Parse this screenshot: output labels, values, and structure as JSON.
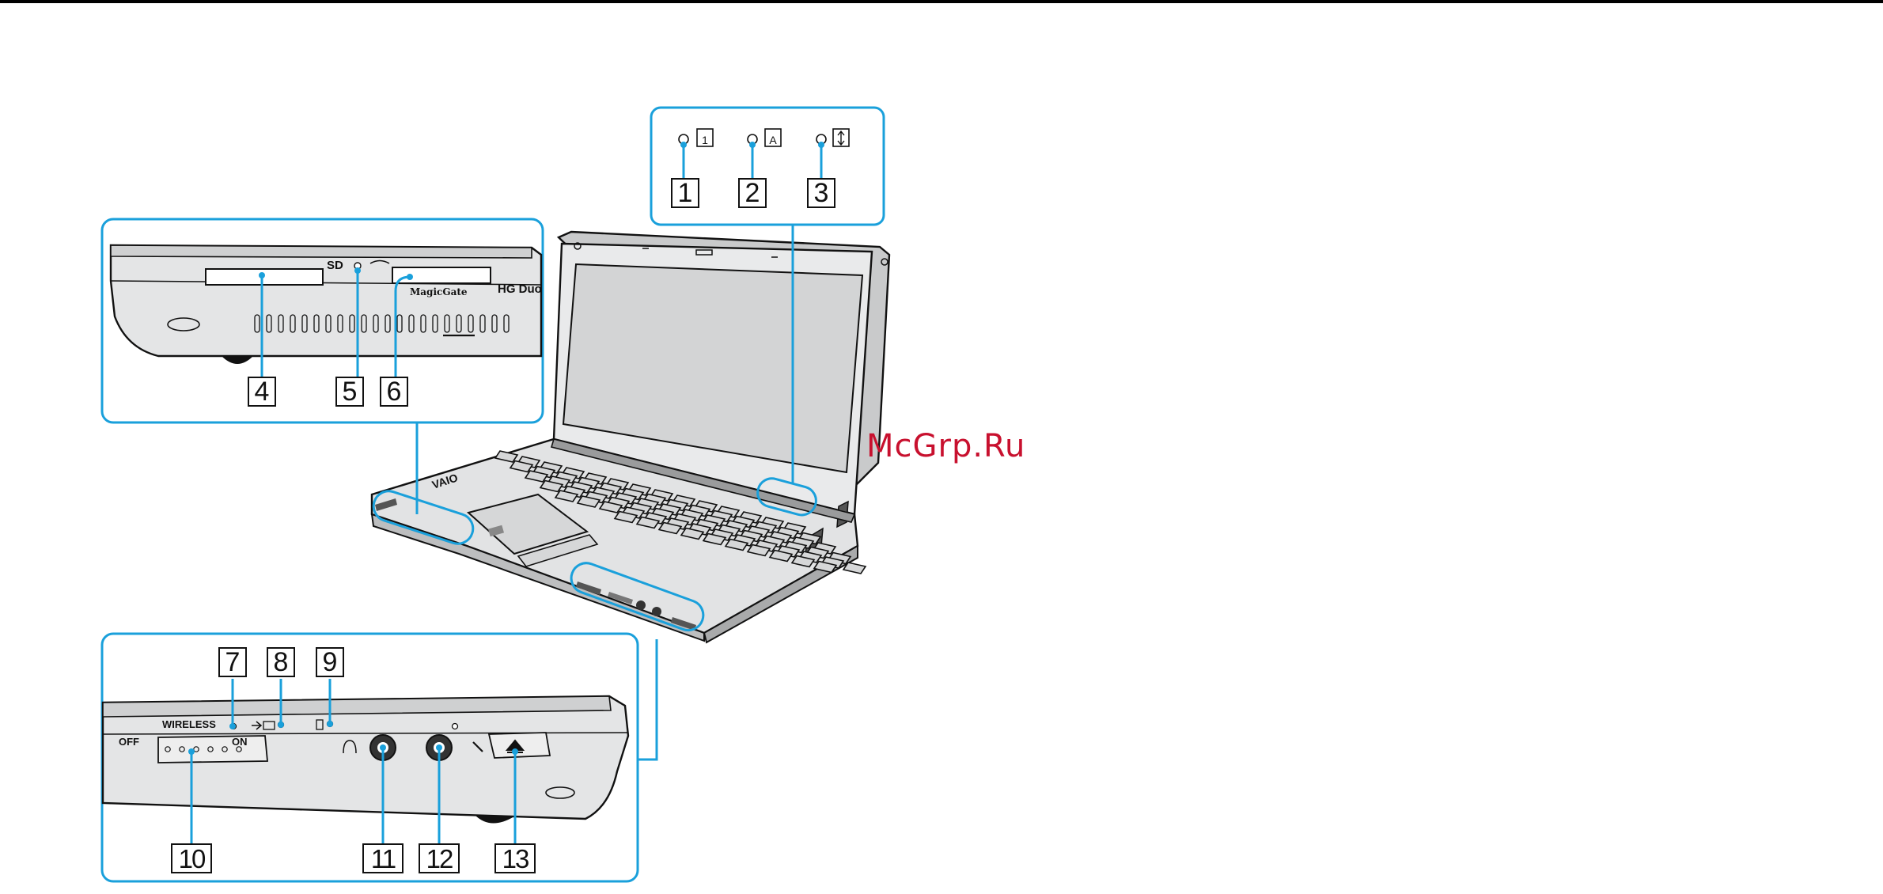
{
  "callouts": [
    "1",
    "2",
    "3",
    "4",
    "5",
    "6",
    "7",
    "8",
    "9",
    "10",
    "11",
    "12",
    "13"
  ],
  "panel_text": {
    "sd": "SD",
    "magicgate": "MagicGate",
    "hg_duo": "HG Duo",
    "wireless": "WIRELESS",
    "off": "OFF",
    "on": "ON"
  },
  "watermark": "McGrp.Ru",
  "colors": {
    "callout_line": "#1aa0db",
    "watermark": "#c8102e",
    "drawing": "#111111"
  }
}
